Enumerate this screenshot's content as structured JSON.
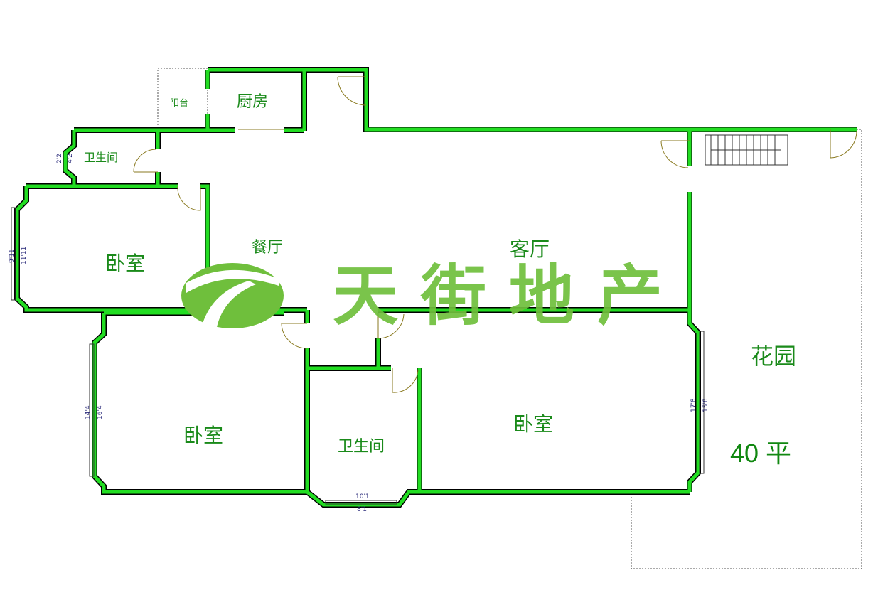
{
  "rooms": {
    "balcony": "阳台",
    "kitchen": "厨房",
    "bathroom_small": "卫生间",
    "bedroom_left": "卧室",
    "dining": "餐厅",
    "living": "客厅",
    "bedroom_lower_left": "卧室",
    "bathroom_main": "卫生间",
    "bedroom_lower_right": "卧室",
    "garden": "花园",
    "garden_area": "40 平"
  },
  "dimensions": {
    "bath_window_inner": "2'2",
    "bath_window_outer": "4'2",
    "bed1_window_inner": "9'11",
    "bed1_window_outer": "11'11",
    "bed2_window_inner": "14'4",
    "bed2_window_outer": "16'4",
    "bath_bay_outer": "10'1",
    "bath_bay_inner": "8'1",
    "bed3_window_inner": "17'8",
    "bed3_window_outer": "15'8"
  },
  "watermark": "天街地产",
  "colors": {
    "wall": "#22dd22",
    "watermark": "#6fbf3c",
    "text": "#1a8a1a"
  }
}
